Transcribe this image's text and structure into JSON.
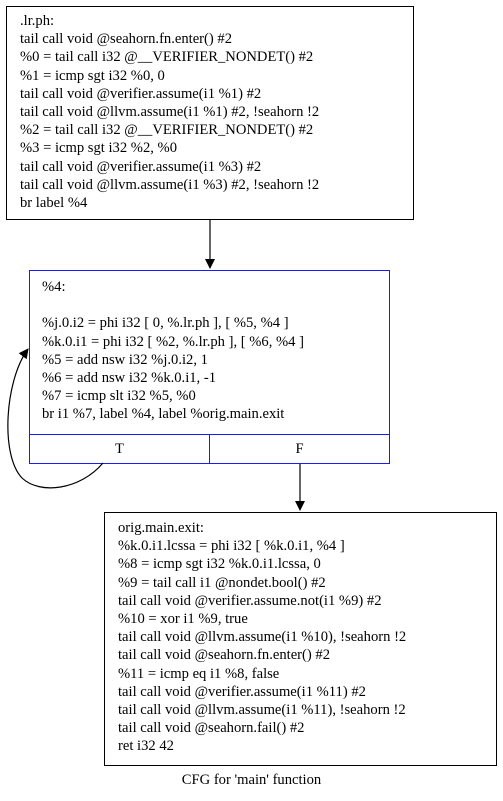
{
  "nodes": {
    "lr_ph": {
      "lines": [
        ".lr.ph:",
        "tail call void @seahorn.fn.enter() #2",
        "%0 = tail call i32 @__VERIFIER_NONDET() #2",
        "%1 = icmp sgt i32 %0, 0",
        "tail call void @verifier.assume(i1 %1) #2",
        "tail call void @llvm.assume(i1 %1) #2, !seahorn !2",
        "%2 = tail call i32 @__VERIFIER_NONDET() #2",
        "%3 = icmp sgt i32 %2, %0",
        "tail call void @verifier.assume(i1 %3) #2",
        "tail call void @llvm.assume(i1 %3) #2, !seahorn !2",
        "br label %4"
      ]
    },
    "loop": {
      "lines": [
        "%4:",
        "",
        "%j.0.i2 = phi i32 [ 0, %.lr.ph ], [ %5, %4 ]",
        "%k.0.i1 = phi i32 [ %2, %.lr.ph ], [ %6, %4 ]",
        "%5 = add nsw i32 %j.0.i2, 1",
        "%6 = add nsw i32 %k.0.i1, -1",
        "%7 = icmp slt i32 %5, %0",
        "br i1 %7, label %4, label %orig.main.exit"
      ],
      "port_true": "T",
      "port_false": "F"
    },
    "exit": {
      "lines": [
        "orig.main.exit:",
        "%k.0.i1.lcssa = phi i32 [ %k.0.i1, %4 ]",
        "%8 = icmp sgt i32 %k.0.i1.lcssa, 0",
        "%9 = tail call i1 @nondet.bool() #2",
        "tail call void @verifier.assume.not(i1 %9) #2",
        "%10 = xor i1 %9, true",
        "tail call void @llvm.assume(i1 %10), !seahorn !2",
        "tail call void @seahorn.fn.enter() #2",
        "%11 = icmp eq i1 %8, false",
        "tail call void @verifier.assume(i1 %11) #2",
        "tail call void @llvm.assume(i1 %11), !seahorn !2",
        "tail call void @seahorn.fail() #2",
        "ret i32 42"
      ]
    }
  },
  "caption": "CFG for 'main' function",
  "colors": {
    "node_border": "#000000",
    "loop_border": "#1a1aff",
    "edge": "#000000"
  }
}
